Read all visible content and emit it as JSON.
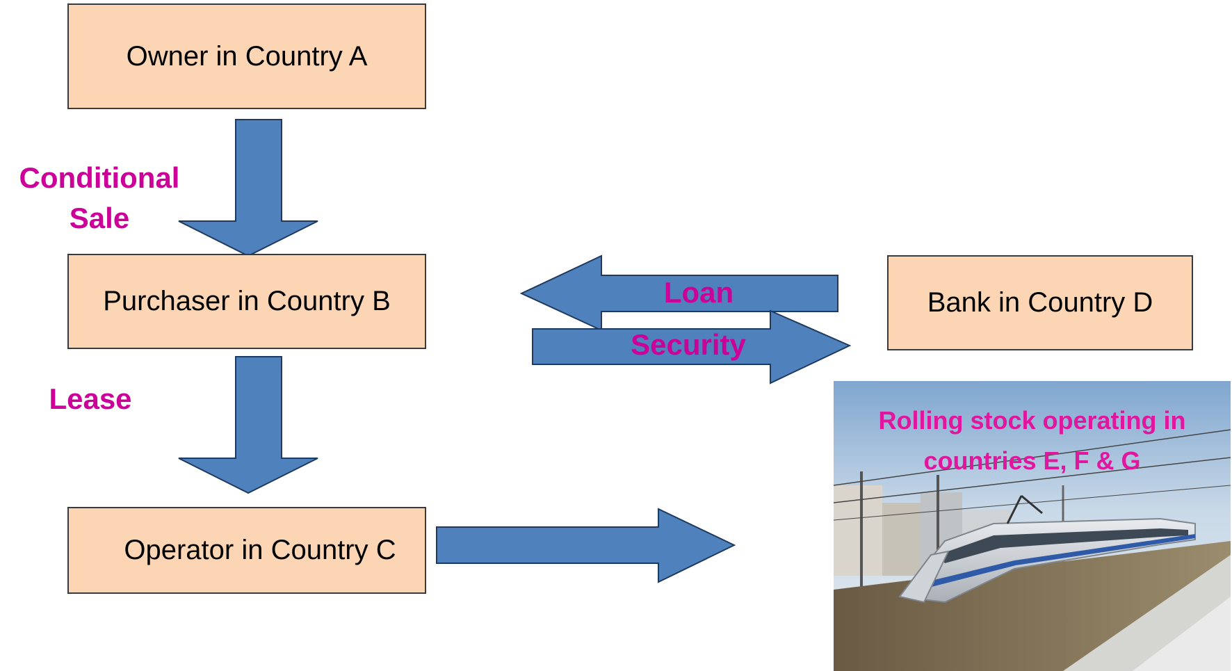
{
  "boxes": {
    "owner": "Owner in Country A",
    "purchaser": "Purchaser in Country B",
    "operator": "Operator in Country C",
    "bank": "Bank in Country D"
  },
  "labels": {
    "conditional_sale_line1": "Conditional",
    "conditional_sale_line2": "Sale",
    "lease": "Lease",
    "loan": "Loan",
    "security": "Security"
  },
  "photo": {
    "caption_line1": "Rolling stock operating in",
    "caption_line2": "countries E, F & G"
  },
  "colors": {
    "box_fill": "#fcd5b4",
    "arrow_fill": "#4f81bd",
    "label_text": "#cc0099",
    "caption_text": "#e0169e"
  }
}
